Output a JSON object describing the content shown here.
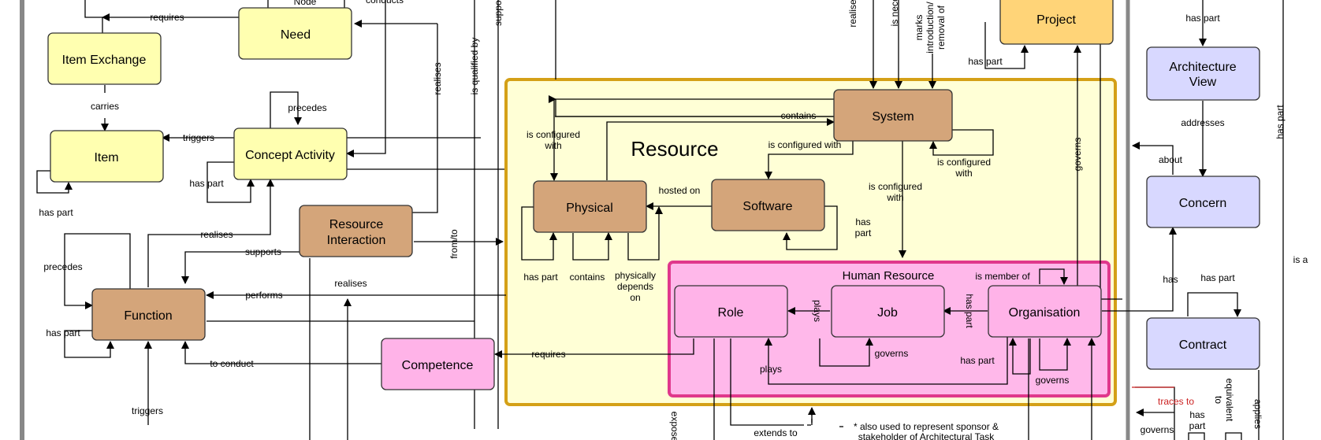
{
  "nodes": {
    "node_fragment": "Node",
    "need": "Need",
    "item_exchange": "Item Exchange",
    "item": "Item",
    "concept_activity": "Concept Activity",
    "resource_interaction_1": "Resource",
    "resource_interaction_2": "Interaction",
    "function": "Function",
    "competence": "Competence",
    "project": "Project",
    "system": "System",
    "physical": "Physical",
    "software": "Software",
    "role": "Role",
    "job": "Job",
    "organisation": "Organisation",
    "architecture_view_1": "Architecture",
    "architecture_view_2": "View",
    "concern": "Concern",
    "contract": "Contract"
  },
  "groups": {
    "resource": "Resource",
    "human_resource": "Human Resource"
  },
  "labels": {
    "requires_top": "requires",
    "conducts": "conducts",
    "realises_v": "realises",
    "is_qualified_by": "is qualified by",
    "supports_v": "supports",
    "carries": "carries",
    "triggers_item": "triggers",
    "precedes_ca": "precedes",
    "has_part_ca": "has part",
    "has_part_item": "has part",
    "realises_fn": "realises",
    "supports_fn": "supports",
    "precedes_fn": "precedes",
    "performs": "performs",
    "has_part_fn": "has part",
    "to_conduct": "to conduct",
    "triggers_fn": "triggers",
    "realises_ri": "realises",
    "from_to": "from/to",
    "requires_comp": "requires",
    "realises_sys": "realises",
    "is_necessary": "is necessary",
    "marks_1": "marks",
    "marks_2": "introduction/",
    "marks_3": "removal of",
    "has_part_proj": "has part",
    "governs_proj": "governs",
    "contains_sys": "contains",
    "is_configured_with_1": "is configured",
    "is_configured_with_1b": "with",
    "is_configured_with_sw": "is configured with",
    "is_configured_with_sys_a": "is configured",
    "is_configured_with_sys_b": "with",
    "is_configured_with_hr_a": "is configured",
    "is_configured_with_hr_b": "with",
    "hosted_on": "hosted on",
    "has_part_sw_a": "has",
    "has_part_sw_b": "part",
    "has_part_phys": "has part",
    "contains_phys": "contains",
    "phys_dep_1": "physically",
    "phys_dep_2": "depends",
    "phys_dep_3": "on",
    "is_member_of": "is member of",
    "plays_v": "plays",
    "has_part_org_v": "has part",
    "governs_job": "governs",
    "plays_h": "plays",
    "has_part_org": "has part",
    "governs_org": "governs",
    "exposes": "exposes",
    "extends_to": "extends to",
    "footnote_1": "* also used to represent sponsor &",
    "footnote_2": "stakeholder of Architectural Task",
    "has_part_av": "has part",
    "addresses": "addresses",
    "about": "about",
    "has_concern": "has",
    "has_part_contract": "has part",
    "has_part_far_right": "has part",
    "is_a": "is a",
    "traces_to": "traces to",
    "has_part_bottom_a": "has",
    "has_part_bottom_b": "part",
    "equivalent_a": "equivalent",
    "equivalent_b": "to",
    "applies": "applies",
    "governs_bottom": "governs"
  },
  "colors": {
    "yellow_node": "#ffffb0",
    "tan_node": "#d4a57a",
    "orange_node": "#ffd478",
    "pink_node": "#ffb3e8",
    "lavender_node": "#d8d8ff",
    "resource_fill": "#ffffd6",
    "resource_border": "#d4a017",
    "human_resource_fill": "#ffb8ea",
    "human_resource_border": "#e0388c",
    "traces_red": "#cc2222"
  }
}
